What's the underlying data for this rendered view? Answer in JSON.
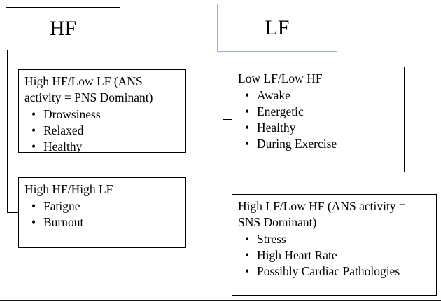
{
  "diagram": {
    "left": {
      "header": "HF",
      "children": [
        {
          "title": "High HF/Low LF (ANS activity = PNS Dominant)",
          "bullets": [
            "Drowsiness",
            "Relaxed",
            "Healthy"
          ]
        },
        {
          "title": "High HF/High LF",
          "bullets": [
            "Fatigue",
            "Burnout"
          ]
        }
      ]
    },
    "right": {
      "header": "LF",
      "children": [
        {
          "title": "Low LF/Low HF",
          "bullets": [
            "Awake",
            "Energetic",
            "Healthy",
            "During Exercise"
          ]
        },
        {
          "title": "High LF/Low HF (ANS activity = SNS Dominant)",
          "bullets": [
            "Stress",
            "High Heart Rate",
            "Possibly Cardiac Pathologies"
          ]
        }
      ]
    },
    "bullet_glyph": "•",
    "colors": {
      "box_border": "#000000",
      "lf_header_border": "#95b3d7",
      "background": "#ffffff",
      "text": "#000000"
    }
  }
}
